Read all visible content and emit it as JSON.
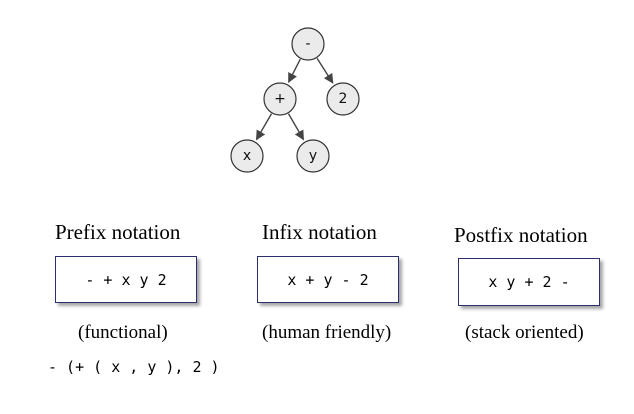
{
  "tree": {
    "nodes": [
      {
        "id": "minus",
        "label": "-"
      },
      {
        "id": "plus",
        "label": "+"
      },
      {
        "id": "two",
        "label": "2"
      },
      {
        "id": "x",
        "label": "x"
      },
      {
        "id": "y",
        "label": "y"
      }
    ],
    "edges": [
      {
        "from": "minus",
        "to": "plus"
      },
      {
        "from": "minus",
        "to": "two"
      },
      {
        "from": "plus",
        "to": "x"
      },
      {
        "from": "plus",
        "to": "y"
      }
    ]
  },
  "columns": {
    "prefix": {
      "heading": "Prefix notation",
      "expression": "- + x y 2",
      "caption": "(functional)",
      "functional_form": "- (+ ( x , y ), 2 )"
    },
    "infix": {
      "heading": "Infix notation",
      "expression": "x + y - 2",
      "caption": "(human friendly)"
    },
    "postfix": {
      "heading": "Postfix notation",
      "expression": "x y + 2 -",
      "caption": "(stack oriented)"
    }
  },
  "colors": {
    "node_fill": "#ebebeb",
    "node_stroke": "#333333",
    "edge": "#444444",
    "box_border": "#2b2f6b"
  }
}
